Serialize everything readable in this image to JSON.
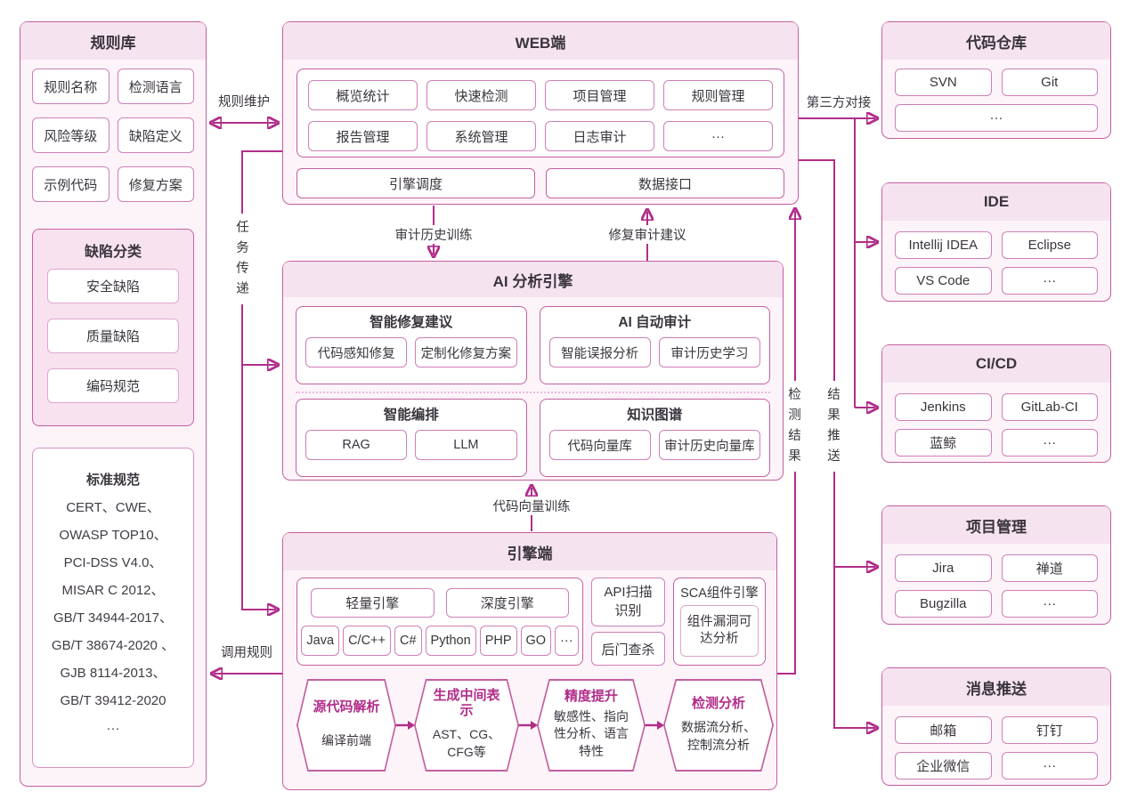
{
  "colors": {
    "accent": "#b12d8a",
    "box_border": "#c45f9f",
    "header_band": "#f6e3f0",
    "section_body": "#fdf4fa",
    "panel_pink": "#f8e2f0",
    "text": "#3a353d"
  },
  "rule_library": {
    "title": "规则库",
    "attributes": [
      "规则名称",
      "检测语言",
      "风险等级",
      "缺陷定义",
      "示例代码",
      "修复方案"
    ],
    "defect_classification": {
      "title": "缺陷分类",
      "items": [
        "安全缺陷",
        "质量缺陷",
        "编码规范"
      ]
    },
    "standards": {
      "title": "标准规范",
      "lines": [
        "CERT、CWE、",
        "OWASP TOP10、",
        "PCI-DSS V4.0、",
        "MISAR C 2012、",
        "GB/T 34944-2017、",
        "GB/T 38674-2020 、",
        "GJB 8114-2013、",
        "GB/T 39412-2020",
        "···"
      ]
    }
  },
  "web": {
    "title": "WEB端",
    "modules": [
      "概览统计",
      "快速检测",
      "项目管理",
      "规则管理",
      "报告管理",
      "系统管理",
      "日志审计",
      "···"
    ],
    "bottom": [
      "引擎调度",
      "数据接口"
    ]
  },
  "ai_engine": {
    "title": "AI 分析引擎",
    "groups": [
      {
        "title": "智能修复建议",
        "items": [
          "代码感知修复",
          "定制化修复方案"
        ]
      },
      {
        "title": "AI 自动审计",
        "items": [
          "智能误报分析",
          "审计历史学习"
        ]
      },
      {
        "title": "智能编排",
        "items": [
          "RAG",
          "LLM"
        ]
      },
      {
        "title": "知识图谱",
        "items": [
          "代码向量库",
          "审计历史向量库"
        ]
      }
    ]
  },
  "engine": {
    "title": "引擎端",
    "engines": [
      "轻量引擎",
      "深度引擎"
    ],
    "languages": [
      "Java",
      "C/C++",
      "C#",
      "Python",
      "PHP",
      "GO",
      "···"
    ],
    "api_scan": "API扫描识别",
    "backdoor": "后门查杀",
    "sca": {
      "title": "SCA组件引擎",
      "item": "组件漏洞可达分析"
    },
    "pipeline": [
      {
        "title": "源代码解析",
        "desc": "编译前端"
      },
      {
        "title": "生成中间表示",
        "desc": "AST、CG、CFG等"
      },
      {
        "title": "精度提升",
        "desc": "敏感性、指向性分析、语言特性"
      },
      {
        "title": "检测分析",
        "desc": "数据流分析、控制流分析"
      }
    ]
  },
  "integrations": [
    {
      "title": "代码仓库",
      "items": [
        "SVN",
        "Git",
        "···"
      ]
    },
    {
      "title": "IDE",
      "items": [
        "Intellij IDEA",
        "Eclipse",
        "VS Code",
        "···"
      ]
    },
    {
      "title": "CI/CD",
      "items": [
        "Jenkins",
        "GitLab-CI",
        "蓝鲸",
        "···"
      ]
    },
    {
      "title": "项目管理",
      "items": [
        "Jira",
        "禅道",
        "Bugzilla",
        "···"
      ]
    },
    {
      "title": "消息推送",
      "items": [
        "邮箱",
        "钉钉",
        "企业微信",
        "···"
      ]
    }
  ],
  "labels": {
    "rule_maintain": "规则维护",
    "task_pass": "任务传递",
    "audit_history_train": "审计历史训练",
    "fix_audit_suggest": "修复审计建议",
    "code_vector_train": "代码向量训练",
    "call_rules": "调用规则",
    "third_party": "第三方对接",
    "detect_result": "检测结果",
    "result_push": "结果推送"
  }
}
